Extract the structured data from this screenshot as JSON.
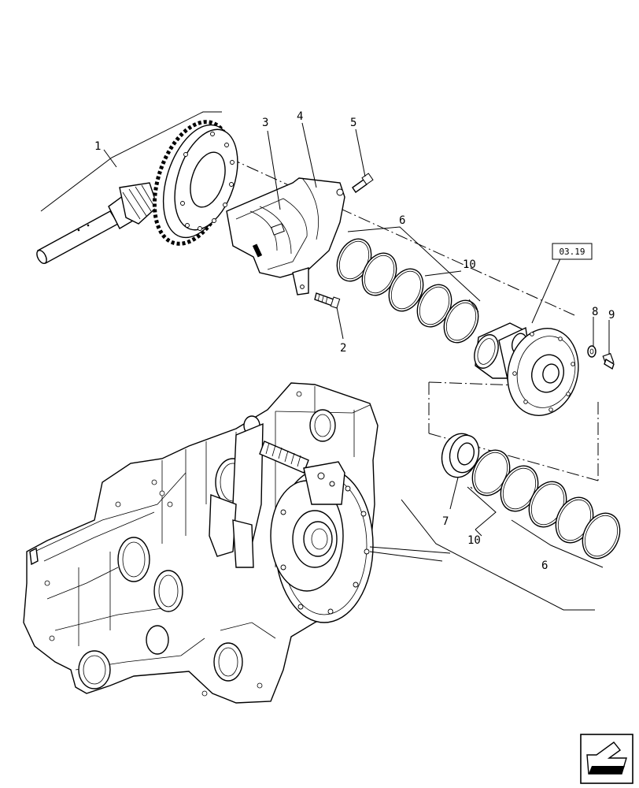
{
  "callouts": {
    "c1": "1",
    "c2": "2",
    "c3": "3",
    "c4": "4",
    "c5": "5",
    "c6a": "6",
    "c6b": "6",
    "c7": "7",
    "c8": "8",
    "c9": "9",
    "c10a": "10",
    "c10b": "10"
  },
  "reference_box": "03.19",
  "nav_icon": "next-page-arrow-icon"
}
